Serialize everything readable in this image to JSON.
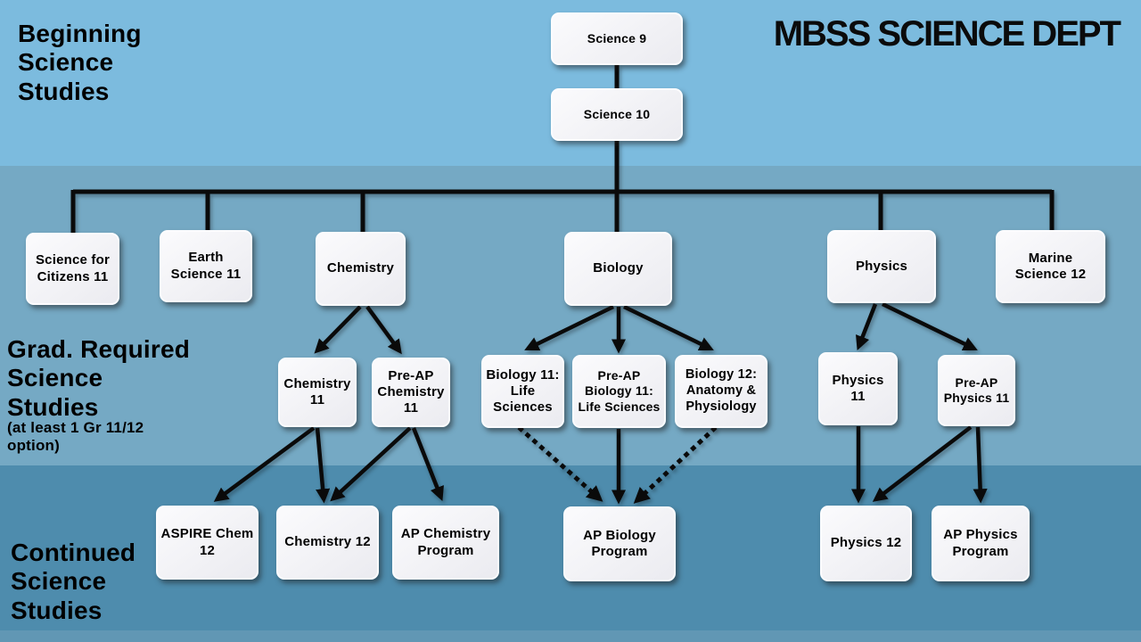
{
  "title": "MBSS SCIENCE DEPT",
  "colors": {
    "band_top": "#7CBBDE",
    "band_middle": "#75A9C4",
    "band_bottom": "#4E8CAD",
    "band_footer": "#6197B4",
    "line": "#0A0A0A",
    "box_bg": "#F1F1F4",
    "text": "#000000"
  },
  "sections": {
    "beginning": {
      "label": "Beginning\nScience\nStudies"
    },
    "required": {
      "label": "Grad. Required\nScience\nStudies",
      "note": "(at least 1 Gr 11/12\noption)"
    },
    "continued": {
      "label": "Continued\nScience\nStudies"
    }
  },
  "nodes": {
    "science9": {
      "label": "Science 9"
    },
    "science10": {
      "label": "Science 10"
    },
    "sfc11": {
      "label": "Science for\nCitizens 11"
    },
    "earth11": {
      "label": "Earth\nScience 11"
    },
    "chem": {
      "label": "Chemistry"
    },
    "bio": {
      "label": "Biology"
    },
    "phys": {
      "label": "Physics"
    },
    "marine": {
      "label": "Marine\nScience 12"
    },
    "chem11": {
      "label": "Chemistry\n11"
    },
    "preapchem11": {
      "label": "Pre-AP\nChemistry\n11"
    },
    "bio11": {
      "label": "Biology 11:\nLife\nSciences"
    },
    "preapbio11": {
      "label": "Pre-AP\nBiology 11:\nLife Sciences"
    },
    "bio12": {
      "label": "Biology 12:\nAnatomy &\nPhysiology"
    },
    "phys11": {
      "label": "Physics\n11"
    },
    "preapphys11": {
      "label": "Pre-AP\nPhysics 11"
    },
    "aspire": {
      "label": "ASPIRE Chem\n12"
    },
    "chem12": {
      "label": "Chemistry 12"
    },
    "apchem": {
      "label": "AP Chemistry\nProgram"
    },
    "apbio": {
      "label": "AP Biology\nProgram"
    },
    "phys12": {
      "label": "Physics 12"
    },
    "apphys": {
      "label": "AP Physics\nProgram"
    }
  }
}
